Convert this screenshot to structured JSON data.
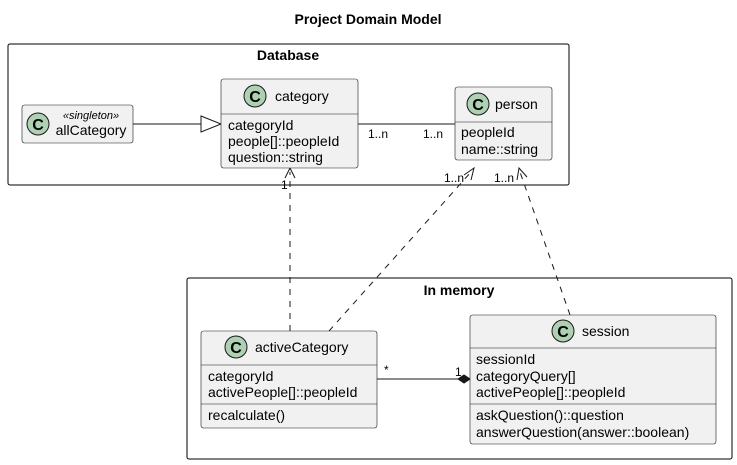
{
  "diagram": {
    "title": "Project Domain Model",
    "packages": {
      "database": {
        "label": "Database"
      },
      "memory": {
        "label": "In memory"
      }
    },
    "classes": {
      "allCategory": {
        "name": "allCategory",
        "stereotype": "«singleton»"
      },
      "category": {
        "name": "category",
        "attributes": [
          "categoryId",
          "people[]::peopleId",
          "question::string"
        ]
      },
      "person": {
        "name": "person",
        "attributes": [
          "peopleId",
          "name::string"
        ]
      },
      "activeCategory": {
        "name": "activeCategory",
        "attributes": [
          "categoryId",
          "activePeople[]::peopleId"
        ],
        "methods": [
          "recalculate()"
        ]
      },
      "session": {
        "name": "session",
        "attributes": [
          "sessionId",
          "categoryQuery[]",
          "activePeople[]::peopleId"
        ],
        "methods": [
          "askQuestion()::question",
          "answerQuestion(answer::boolean)"
        ]
      }
    },
    "class_icon_letter": "C",
    "multiplicities": {
      "category_person_left": "1..n",
      "category_person_right": "1..n",
      "active_to_category": "1",
      "active_to_person": "1..n",
      "session_to_person": "1..n",
      "active_session_left": "*",
      "active_session_right": "1"
    },
    "colors": {
      "class_fill": "#F1F1F1",
      "class_border": "#181818",
      "class_icon": "#ADD1B2"
    }
  }
}
